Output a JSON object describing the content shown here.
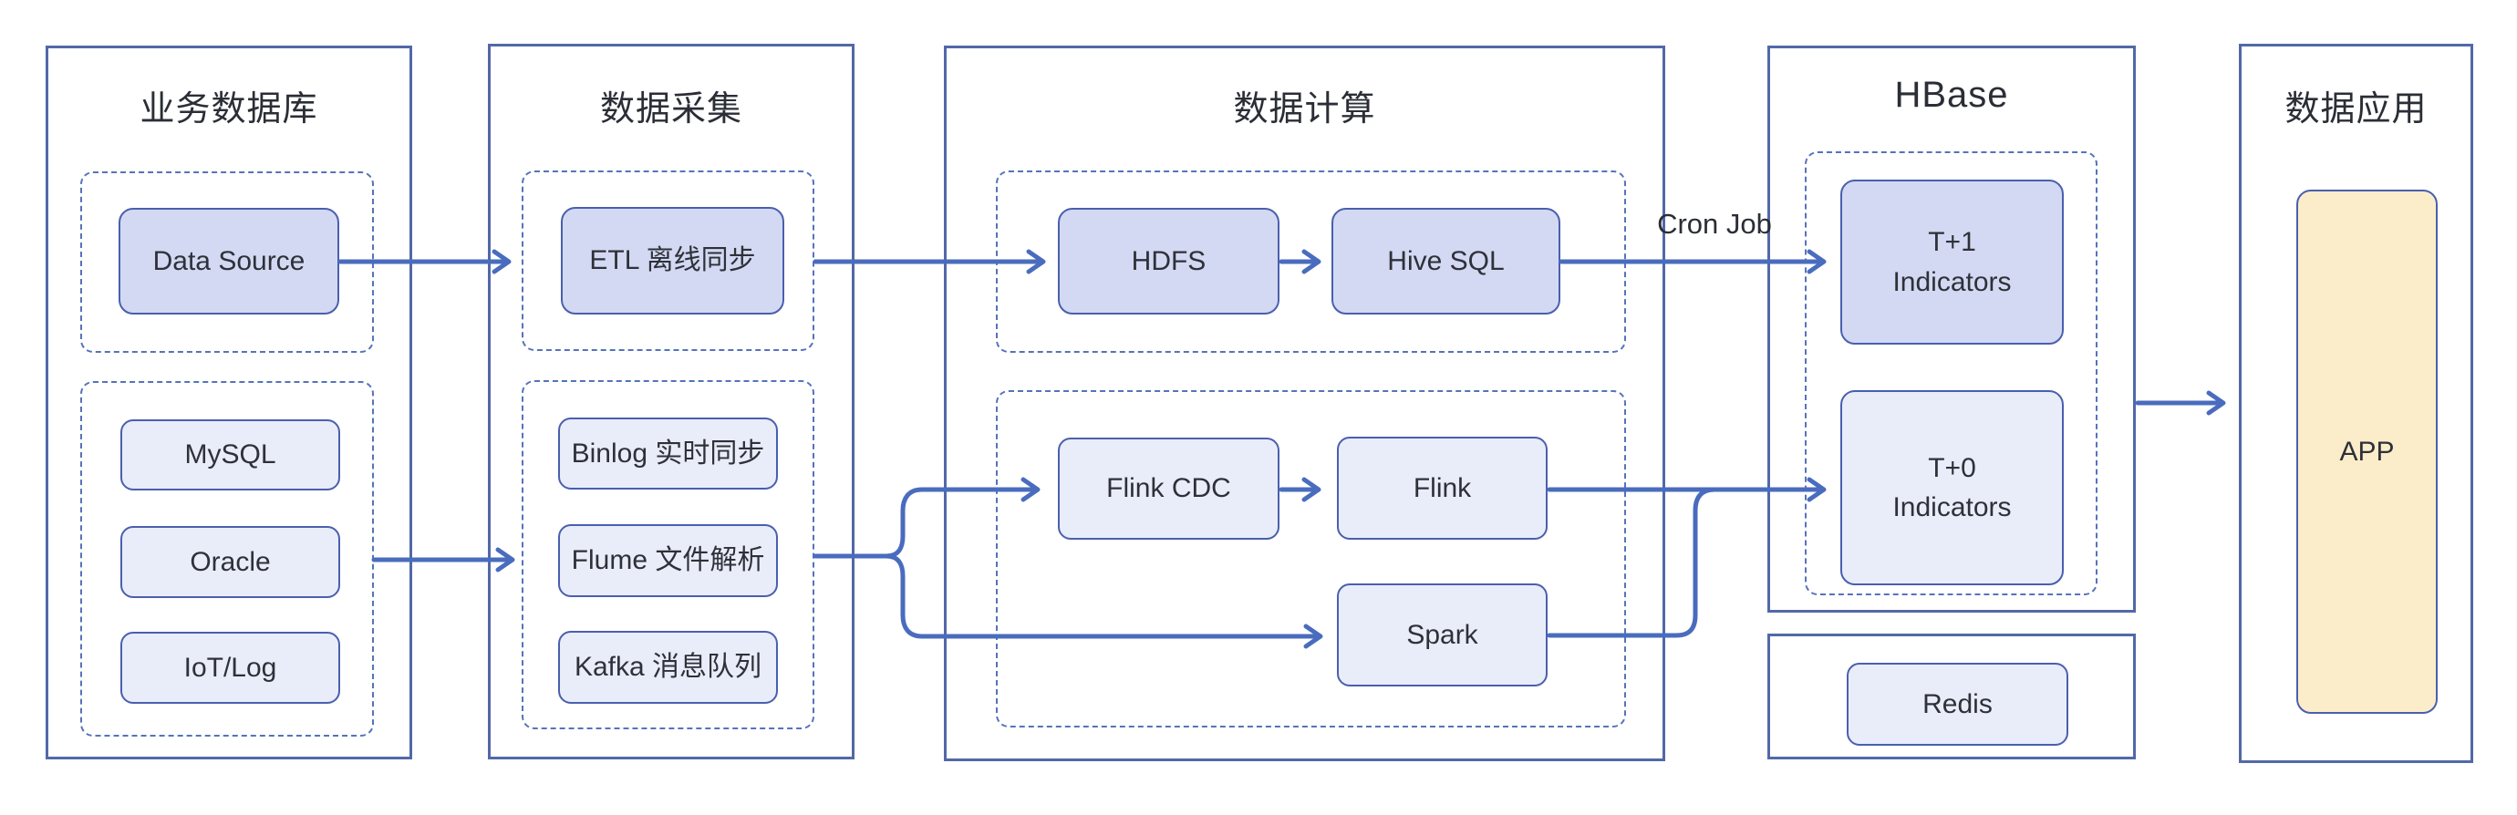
{
  "columns": {
    "business_db": {
      "title": "业务数据库"
    },
    "data_collection": {
      "title": "数据采集"
    },
    "data_computation": {
      "title": "数据计算"
    },
    "hbase": {
      "title": "HBase"
    },
    "data_application": {
      "title": "数据应用"
    }
  },
  "nodes": {
    "data_source": {
      "label": "Data Source"
    },
    "mysql": {
      "label": "MySQL"
    },
    "oracle": {
      "label": "Oracle"
    },
    "iot_log": {
      "label": "IoT/Log"
    },
    "etl_offline_sync": {
      "label": "ETL 离线同步"
    },
    "binlog_realtime_sync": {
      "label": "Binlog 实时同步"
    },
    "flume_file_parsing": {
      "label": "Flume 文件解析"
    },
    "kafka_message_queue": {
      "label": "Kafka 消息队列"
    },
    "hdfs": {
      "label": "HDFS"
    },
    "hive_sql": {
      "label": "Hive SQL"
    },
    "flink_cdc": {
      "label": "Flink CDC"
    },
    "flink": {
      "label": "Flink"
    },
    "spark": {
      "label": "Spark"
    },
    "t1_indicators": {
      "label": "T+1\nIndicators"
    },
    "t0_indicators": {
      "label": "T+0\nIndicators"
    },
    "redis": {
      "label": "Redis"
    },
    "app": {
      "label": "APP"
    }
  },
  "edge_labels": {
    "cron_job": "Cron Job"
  },
  "colors": {
    "flow_line": "#4a6cbe",
    "column_border": "#5268a8",
    "node_border": "#4a5fae",
    "dashed_border": "#5573bb",
    "fill_lavender": "#d3d9f3",
    "fill_light_blue": "#e9edfa",
    "fill_cream": "#fcedca",
    "text": "#2e3138"
  }
}
